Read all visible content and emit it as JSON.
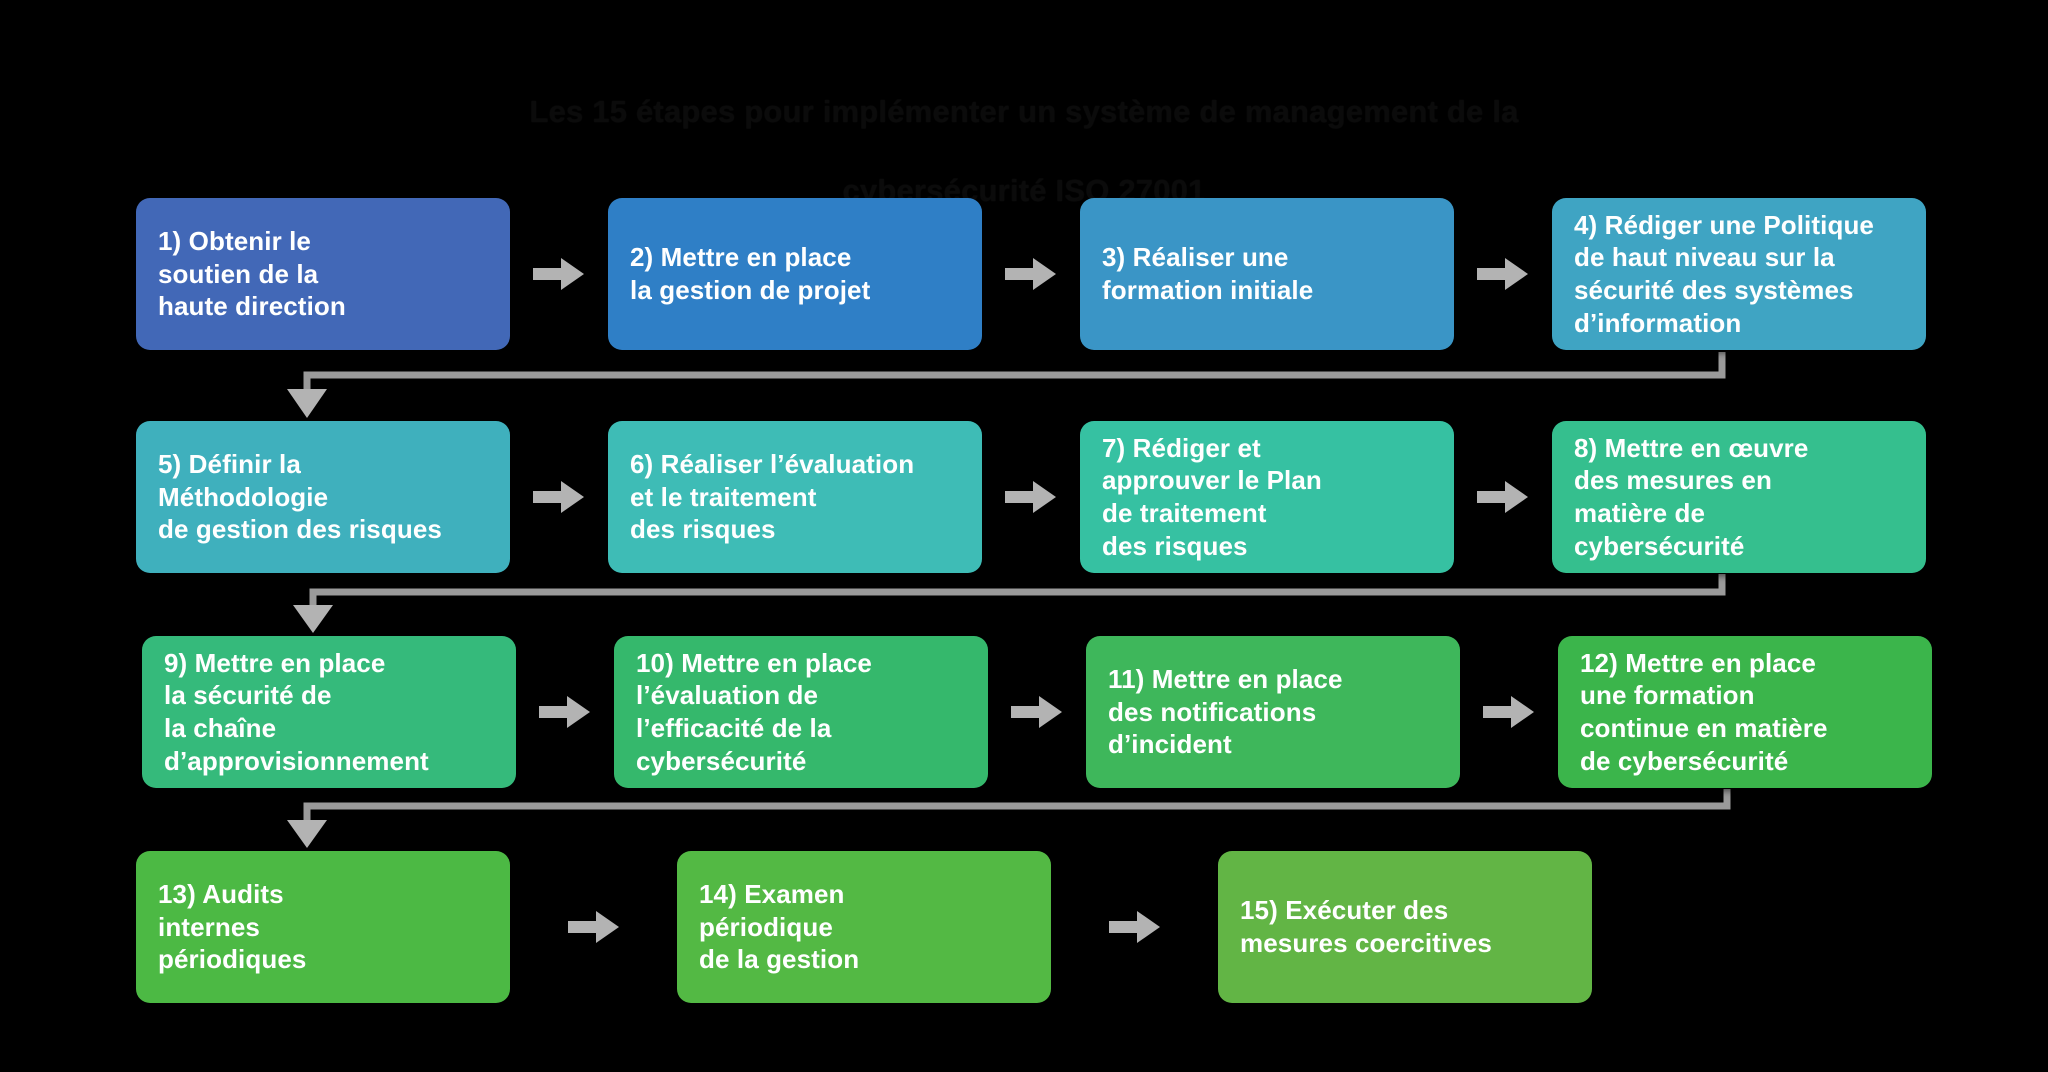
{
  "title": {
    "line1": "Les 15 étapes pour implémenter un système de management de la",
    "line2": "cybersécurité ISO 27001",
    "color": "#0b0b0b"
  },
  "palette": {
    "background": "#000000",
    "arrow": "#b3b3b3",
    "connector": "#9a9a9a",
    "text": "#ffffff",
    "step_01": "#4268b7",
    "step_02": "#2f7fc6",
    "step_03": "#3a95c6",
    "step_04": "#3fa4c3",
    "step_05": "#3fb0bd",
    "step_06": "#3ebcb6",
    "step_07": "#36c1a2",
    "step_08": "#35bf8e",
    "step_09": "#35ba7b",
    "step_10": "#35b86c",
    "step_11": "#3eb75b",
    "step_12": "#3bb54b",
    "step_13": "#4cb944",
    "step_14": "#53b944",
    "step_15": "#62b545"
  },
  "rows": [
    {
      "id": "row-1",
      "steps": [
        {
          "id": "step-1",
          "number": "1)",
          "label": "1) Obtenir le\nsoutien de la\nhaute direction",
          "color": "#4268b7"
        },
        {
          "id": "step-2",
          "number": "2)",
          "label": "2) Mettre en place\nla gestion de projet",
          "color": "#2f7fc6"
        },
        {
          "id": "step-3",
          "number": "3)",
          "label": "3) Réaliser une\nformation initiale",
          "color": "#3a95c6"
        },
        {
          "id": "step-4",
          "number": "4)",
          "label": "4) Rédiger une Politique\nde haut niveau sur la\nsécurité des systèmes\nd’information",
          "color": "#3fa4c3"
        }
      ]
    },
    {
      "id": "row-2",
      "steps": [
        {
          "id": "step-5",
          "number": "5)",
          "label": "5) Définir la\nMéthodologie\nde gestion des risques",
          "color": "#3fb0bd"
        },
        {
          "id": "step-6",
          "number": "6)",
          "label": "6) Réaliser l’évaluation\net le traitement\ndes risques",
          "color": "#3ebcb6"
        },
        {
          "id": "step-7",
          "number": "7)",
          "label": "7) Rédiger et\napprouver le Plan\nde traitement\ndes risques",
          "color": "#36c1a2"
        },
        {
          "id": "step-8",
          "number": "8)",
          "label": "8) Mettre en œuvre\ndes mesures en\nmatière de\ncybersécurité",
          "color": "#35bf8e"
        }
      ]
    },
    {
      "id": "row-3",
      "steps": [
        {
          "id": "step-9",
          "number": "9)",
          "label": "9) Mettre en place\nla sécurité de\nla chaîne\nd’approvisionnement",
          "color": "#35ba7b"
        },
        {
          "id": "step-10",
          "number": "10)",
          "label": "10)  Mettre en place\nl’évaluation de\nl’efficacité de la\ncybersécurité",
          "color": "#35b86c"
        },
        {
          "id": "step-11",
          "number": "11)",
          "label": "11) Mettre en place\ndes notifications\nd’incident",
          "color": "#3eb75b"
        },
        {
          "id": "step-12",
          "number": "12)",
          "label": "12) Mettre en place\nune formation\ncontinue en matière\nde cybersécurité",
          "color": "#3bb54b"
        }
      ]
    },
    {
      "id": "row-4",
      "steps": [
        {
          "id": "step-13",
          "number": "13)",
          "label": "13) Audits\ninternes\npériodiques",
          "color": "#4cb944"
        },
        {
          "id": "step-14",
          "number": "14)",
          "label": "14) Examen\npériodique\nde la gestion",
          "color": "#53b944"
        },
        {
          "id": "step-15",
          "number": "15)",
          "label": "15) Exécuter des\nmesures coercitives",
          "color": "#62b545"
        }
      ]
    }
  ],
  "connectors": {
    "horizontal_arrow": "arrow-right-icon",
    "wrap_arrow": "arrow-down-icon",
    "wraps": [
      {
        "id": "wrap-4-to-5",
        "from": "step-4",
        "to": "step-5"
      },
      {
        "id": "wrap-8-to-9",
        "from": "step-8",
        "to": "step-9"
      },
      {
        "id": "wrap-12-to-13",
        "from": "step-12",
        "to": "step-13"
      }
    ]
  }
}
